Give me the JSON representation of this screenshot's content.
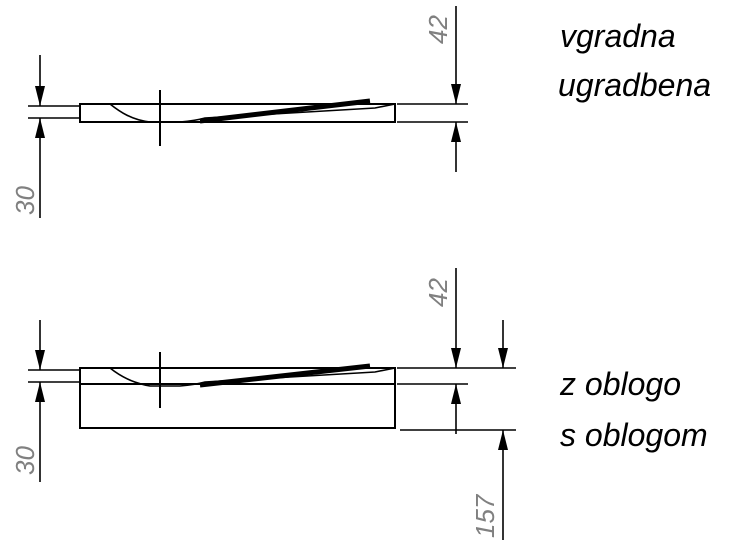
{
  "colors": {
    "line": "#000000",
    "dimension_text": "#808080",
    "background": "#ffffff"
  },
  "labels": {
    "top_line1": "vgradna",
    "top_line2": "ugradbena",
    "bottom_line1": "z oblogo",
    "bottom_line2": "s oblogom"
  },
  "dimensions": {
    "top_left": "30",
    "top_right": "42",
    "bottom_left": "30",
    "bottom_right": "42",
    "bottom_far_right": "157"
  }
}
